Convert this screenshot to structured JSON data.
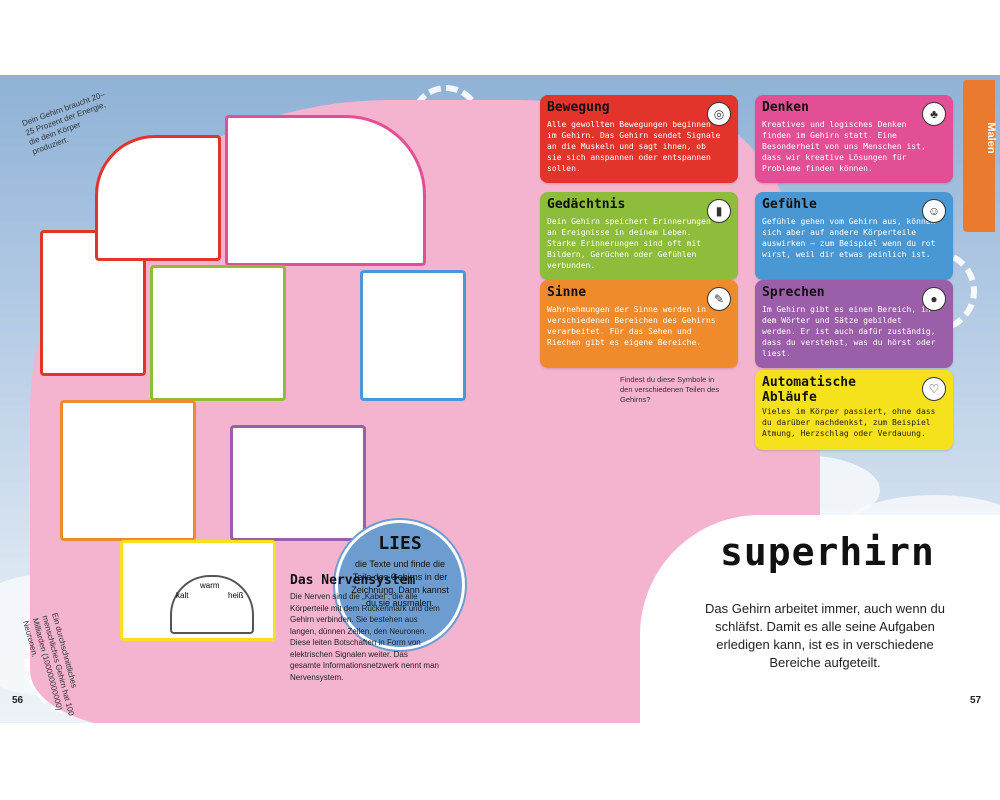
{
  "page": {
    "left_page_number": "56",
    "right_page_number": "57",
    "side_tab": "Malen"
  },
  "notes": {
    "energy": "Dein Gehirn braucht 20–25 Prozent der Energie, die dein Körper produziert.",
    "neurons": "Ein durchschnittliches menschliches Gehirn hat 100 Milliarden (100000000000) Neuronen.",
    "symbols_hint": "Findest du diese Symbole in den verschiedenen Teilen des Gehirns?"
  },
  "gauge": {
    "cold": "kalt",
    "warm": "warm",
    "hot": "heiß"
  },
  "lies": {
    "title": "LIES",
    "text": "die Texte und finde die Teile des Gehirns in der Zeichnung. Dann kannst du sie ausmalen."
  },
  "nervous_system": {
    "title": "Das Nervensystem",
    "text": "Die Nerven sind die „Kabel“, die alle Körperteile mit dem Rückenmark und dem Gehirn verbinden. Sie bestehen aus langen, dünnen Zellen, den Neuronen. Diese leiten Botschaften in Form von elektrischen Signalen weiter. Das gesamte Informationsnetzwerk nennt man Nervensystem."
  },
  "cards": [
    {
      "title": "Bewegung",
      "text": "Alle gewollten Bewegungen beginnen im Gehirn. Das Gehirn sendet Signale an die Muskeln und sagt ihnen, ob sie sich anspannen oder entspannen sollen.",
      "color": "#e2342b",
      "icon": "spiral-icon",
      "glyph": "◎"
    },
    {
      "title": "Denken",
      "text": "Kreatives und logisches Denken finden im Gehirn statt. Eine Besonderheit von uns Menschen ist, dass wir kreative Lösungen für Probleme finden können.",
      "color": "#e34f94",
      "icon": "tree-icon",
      "glyph": "♣"
    },
    {
      "title": "Gedächtnis",
      "text": "Dein Gehirn speichert Erinnerungen an Ereignisse in deinem Leben. Starke Erinnerungen sind oft mit Bildern, Gerüchen oder Gefühlen verbunden.",
      "color": "#8dbd3a",
      "icon": "ice-cream-icon",
      "glyph": "▮"
    },
    {
      "title": "Gefühle",
      "text": "Gefühle gehen vom Gehirn aus, können sich aber auf andere Körperteile auswirken – zum Beispiel wenn du rot wirst, weil dir etwas peinlich ist.",
      "color": "#4a98d3",
      "icon": "smiley-icon",
      "glyph": "☺"
    },
    {
      "title": "Sinne",
      "text": "Wahrnehmungen der Sinne werden in verschiedenen Bereichen des Gehirns verarbeitet. Für das Sehen und Riechen gibt es eigene Bereiche.",
      "color": "#ef8b2c",
      "icon": "feather-icon",
      "glyph": "✎"
    },
    {
      "title": "Sprechen",
      "text": "Im Gehirn gibt es einen Bereich, in dem Wörter und Sätze gebildet werden. Er ist auch dafür zuständig, dass du verstehst, was du hörst oder liest.",
      "color": "#9b5ea8",
      "icon": "apple-icon",
      "glyph": "●"
    },
    {
      "title": "Automatische Abläufe",
      "text": "Vieles im Körper passiert, ohne dass du darüber nachdenkst, zum Beispiel Atmung, Herzschlag oder Verdauung.",
      "color": "#f5e21c",
      "icon": "heart-icon",
      "glyph": "♡"
    }
  ],
  "superhirn": {
    "title": "superhirn",
    "text": "Das Gehirn arbeitet immer, auch wenn du schläfst. Damit es alle seine Aufgaben erledigen kann, ist es in verschiedene Bereiche aufgeteilt."
  }
}
